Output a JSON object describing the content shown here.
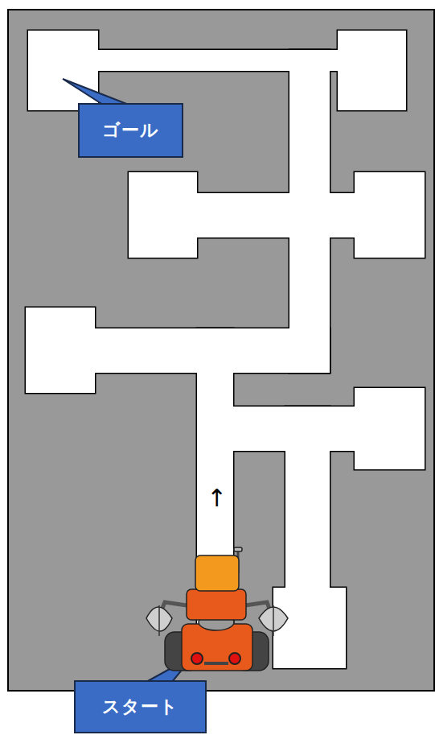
{
  "diagram": {
    "nodes": [
      {
        "text": [
          "ゴール"
        ]
      },
      {
        "text": [
          "スタート"
        ]
      }
    ],
    "labels": [
      "↑"
    ]
  }
}
